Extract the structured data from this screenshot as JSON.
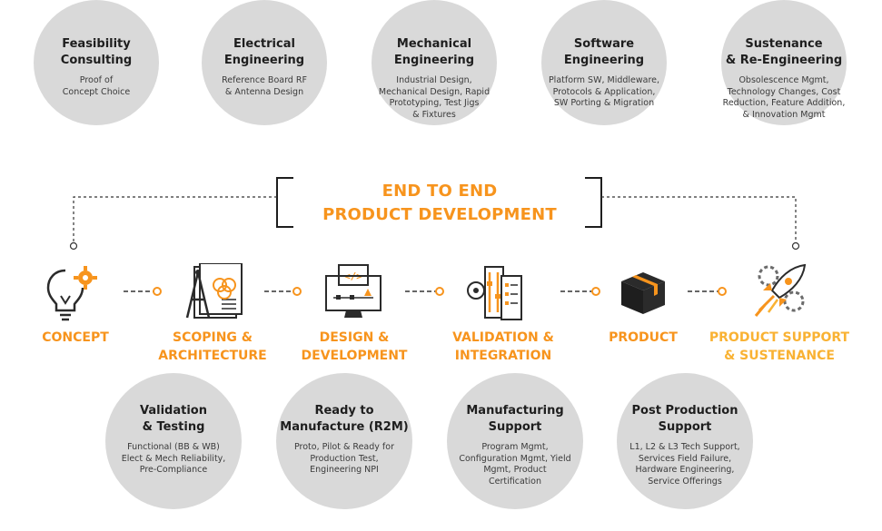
{
  "top_services": [
    {
      "title_1": "Feasibility",
      "title_2": "Consulting",
      "desc": [
        "Proof of",
        "Concept Choice"
      ]
    },
    {
      "title_1": "Electrical",
      "title_2": "Engineering",
      "desc": [
        "Reference Board RF",
        "& Antenna Design"
      ]
    },
    {
      "title_1": "Mechanical",
      "title_2": "Engineering",
      "desc": [
        "Industrial Design,",
        "Mechanical Design, Rapid",
        "Prototyping, Test Jigs",
        "& Fixtures"
      ]
    },
    {
      "title_1": "Software",
      "title_2": "Engineering",
      "desc": [
        "Platform SW, Middleware,",
        "Protocols & Application,",
        "SW Porting & Migration"
      ]
    },
    {
      "title_1": "Sustenance",
      "title_2": "& Re-Engineering",
      "desc": [
        "Obsolescence Mgmt,",
        "Technology Changes, Cost",
        "Reduction, Feature Addition,",
        "& Innovation Mgmt"
      ]
    }
  ],
  "title": {
    "line_1": "END TO END",
    "line_2": "PRODUCT DEVELOPMENT"
  },
  "steps": [
    {
      "line_1": "CONCEPT",
      "line_2": "",
      "icon": "lightbulb-gear-icon"
    },
    {
      "line_1": "SCOPING &",
      "line_2": "ARCHITECTURE",
      "icon": "blueprint-compass-icon"
    },
    {
      "line_1": "DESIGN &",
      "line_2": "DEVELOPMENT",
      "icon": "monitor-code-icon"
    },
    {
      "line_1": "VALIDATION &",
      "line_2": "INTEGRATION",
      "icon": "checklist-icon"
    },
    {
      "line_1": "PRODUCT",
      "line_2": "",
      "icon": "box-icon"
    },
    {
      "line_1": "PRODUCT SUPPORT",
      "line_2": "& SUSTENANCE",
      "icon": "rocket-gears-icon"
    }
  ],
  "bottom_services": [
    {
      "title_1": "Validation",
      "title_2": "& Testing",
      "desc": [
        "Functional (BB & WB)",
        "Elect & Mech Reliability,",
        "Pre-Compliance"
      ]
    },
    {
      "title_1": "Ready to",
      "title_2": "Manufacture (R2M)",
      "desc": [
        "Proto, Pilot & Ready for",
        "Production Test,",
        "Engineering NPI"
      ]
    },
    {
      "title_1": "Manufacturing",
      "title_2": "Support",
      "desc": [
        "Program Mgmt,",
        "Configuration Mgmt, Yield",
        "Mgmt, Product",
        "Certification"
      ]
    },
    {
      "title_1": "Post Production",
      "title_2": "Support",
      "desc": [
        "L1, L2 & L3 Tech Support,",
        "Services Field Failure,",
        "Hardware Engineering,",
        "Service Offerings"
      ]
    }
  ],
  "colors": {
    "accent": "#f7941d",
    "accent_light": "#f9b233",
    "circle": "#d9d9d9",
    "icon_dark": "#2b2b2b"
  }
}
